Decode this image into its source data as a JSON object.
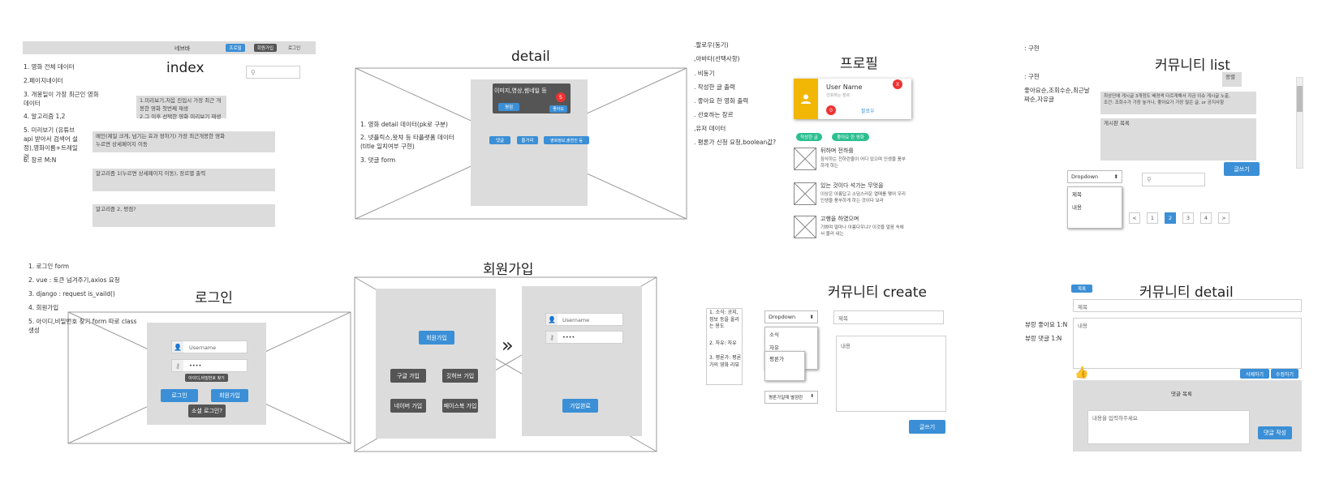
{
  "index": {
    "navbar": {
      "label": "네브바",
      "btn1": "프로필",
      "btn2": "회원가입",
      "btn3": "로그인"
    },
    "title": "index",
    "notes": [
      "1. 영화 전체 데이터",
      "2.페이지네이터",
      "3. 개봉일이 가장 최근인 영화 데이터",
      "4. 알고리즘 1,2",
      "5. 미리보기 (유튜브 api 받아서 검색어 설정),영화이름+트레일러",
      "6. 장르 M:N"
    ],
    "box1": "1.미리보기,처음 진입시 가장 최근 개봉한 영화 첫번째 재생\n2.그 이후 선택한 영화 미리보기 재생",
    "box2": "메인(제일 크게, 넘기는 효과 정하기) 가장 최근개봉한 영화\n누르면 상세페이지 이동",
    "box3": "알고리즘 1(누르면 상세페이지 이동), 장르별 출력",
    "box4": "알고리즘 2, 평점?"
  },
  "detail": {
    "title": "detail",
    "notes": [
      "1. 영화 detail 데이터(pk로 구분)",
      "2. 넷플릭스,왓챠 등 타플랫폼 데이터(title 일치여부 구현)",
      "3. 댓글 form"
    ],
    "media_label": "이미지,영상,썸네일 등",
    "badge": "5",
    "play_btn": "평점",
    "like_btn": "좋아요",
    "tab1": "댓글",
    "tab2": "줄거리",
    "tab3": "영화정보,출연진 등"
  },
  "profile": {
    "title": "프로필",
    "notes": [
      ".팔로우(동기)",
      ",아바타(선택사항)",
      ". 비동기",
      ". 작성한 글 출력",
      ". 좋아요 한 영화 출력",
      ". 선호하는 장르",
      ",유저 데이터",
      ". 평론가 신청 요청,boolean값?"
    ],
    "username": "User Name",
    "sub": "선호하는 장르",
    "close": "X",
    "count": "0",
    "follow": "팔로우",
    "pill1": "작성한 글",
    "pill2": "좋아요 한 영화",
    "items": [
      {
        "title": "뒤하며 전하를",
        "desc": "잠삭하는 전하란줄이 어디 있으며 인생을 풍부하게 하는"
      },
      {
        "title": "있는 것이다 석가는 무엇을",
        "desc": "이상은 아름답고 소담스러운 열매를 맺어 우리 인생을 풍부하게 하는 것이다 보라"
      },
      {
        "title": "고행을 하였으며",
        "desc": "기쁘며 얼마나 아름다우냐? 이것을 얼음 속에서 불러 내는"
      }
    ]
  },
  "clist": {
    "title": "커뮤니티 list",
    "notes": [
      ": 구현",
      ": 구현",
      "좋아요순,조회수순,최근날짜순,자유글"
    ],
    "side": "정렬",
    "box1": "최상단에 게시글 3개정도 배경색 다르게해서 지금 이슈 게시글 노출,\n조건: 조회수가 가장 높거나, 좋아요가 가장 많은 글, or 공지사항",
    "box2": "게시판 목록",
    "write": "글쓰기",
    "dropdown": "Dropdown",
    "options": [
      "제목",
      "내용"
    ],
    "pages": [
      "<",
      "1",
      "2",
      "3",
      "4",
      ">"
    ]
  },
  "login": {
    "title": "로그인",
    "notes": [
      "1. 로그인 form",
      "2. vue : 토큰 넘겨주기,axios 요청",
      "3. django : request is_vaild()",
      "4. 회원가입",
      "5. 아이디,비밀번호 찾기 form 따로 class 생성"
    ],
    "user_ph": "Username",
    "pw": "••••",
    "find": "아이디,비밀번호 찾기",
    "login": "로그인",
    "signup": "회원가입",
    "social": "소셜 로그인?"
  },
  "signup": {
    "title": "회원가입",
    "btn": "회원가입",
    "google": "구글 가입",
    "github": "깃허브 가입",
    "naver": "네이버 가입",
    "facebook": "페이스북 가입",
    "arrow": "»",
    "user_ph": "Username",
    "pw": "••••",
    "done": "가입완료"
  },
  "ccreate": {
    "title": "커뮤니티 create",
    "notes": [
      "1. 소식: 공지,정보 등을 올리는 용도",
      "2. 자유: 자유",
      "3. 평론가: 평론가의 영화 리뷰"
    ],
    "dropdown": "Dropdown",
    "options": [
      "소식",
      "자유",
      "평론가"
    ],
    "dropdown2": "평론가일때 별점란",
    "title_ph": "제목",
    "content_ph": "내용",
    "submit": "글쓰기"
  },
  "cdetail": {
    "title": "커뮤니티 detail",
    "tag": "목록",
    "notes": [
      "뷰랑 좋아요 1:N",
      "뷰랑 댓글 1:N"
    ],
    "title_ph": "제목",
    "content_ph": "내용",
    "delete": "삭제하기",
    "edit": "수정하기",
    "comment_list": "댓글 목록",
    "comment_ph": "내용을 입력하주세요",
    "comment_btn": "댓글 작성"
  }
}
